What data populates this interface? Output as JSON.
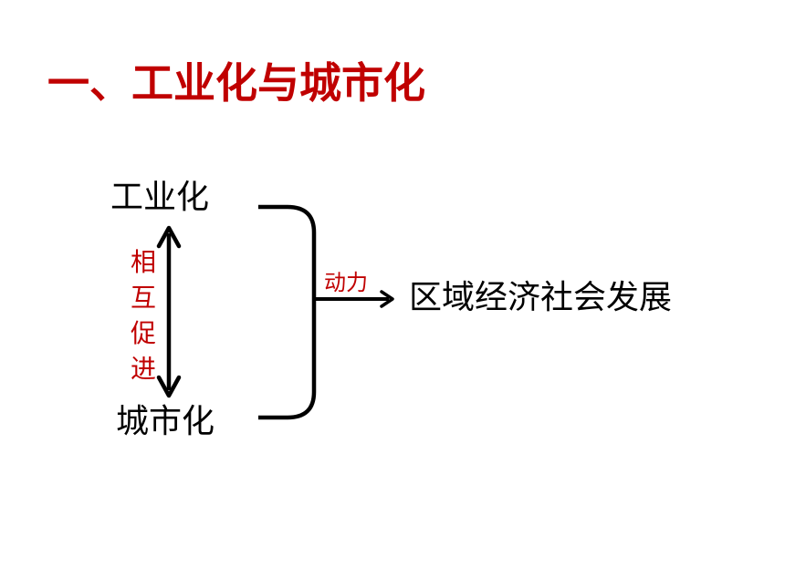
{
  "title": "一、工业化与城市化",
  "nodes": {
    "industrialization": "工业化",
    "urbanization": "城市化",
    "result": "区域经济社会发展"
  },
  "labels": {
    "mutual_promotion": "相互促进",
    "driving_force": "动力"
  },
  "colors": {
    "accent": "#c00000",
    "text": "#000000"
  }
}
